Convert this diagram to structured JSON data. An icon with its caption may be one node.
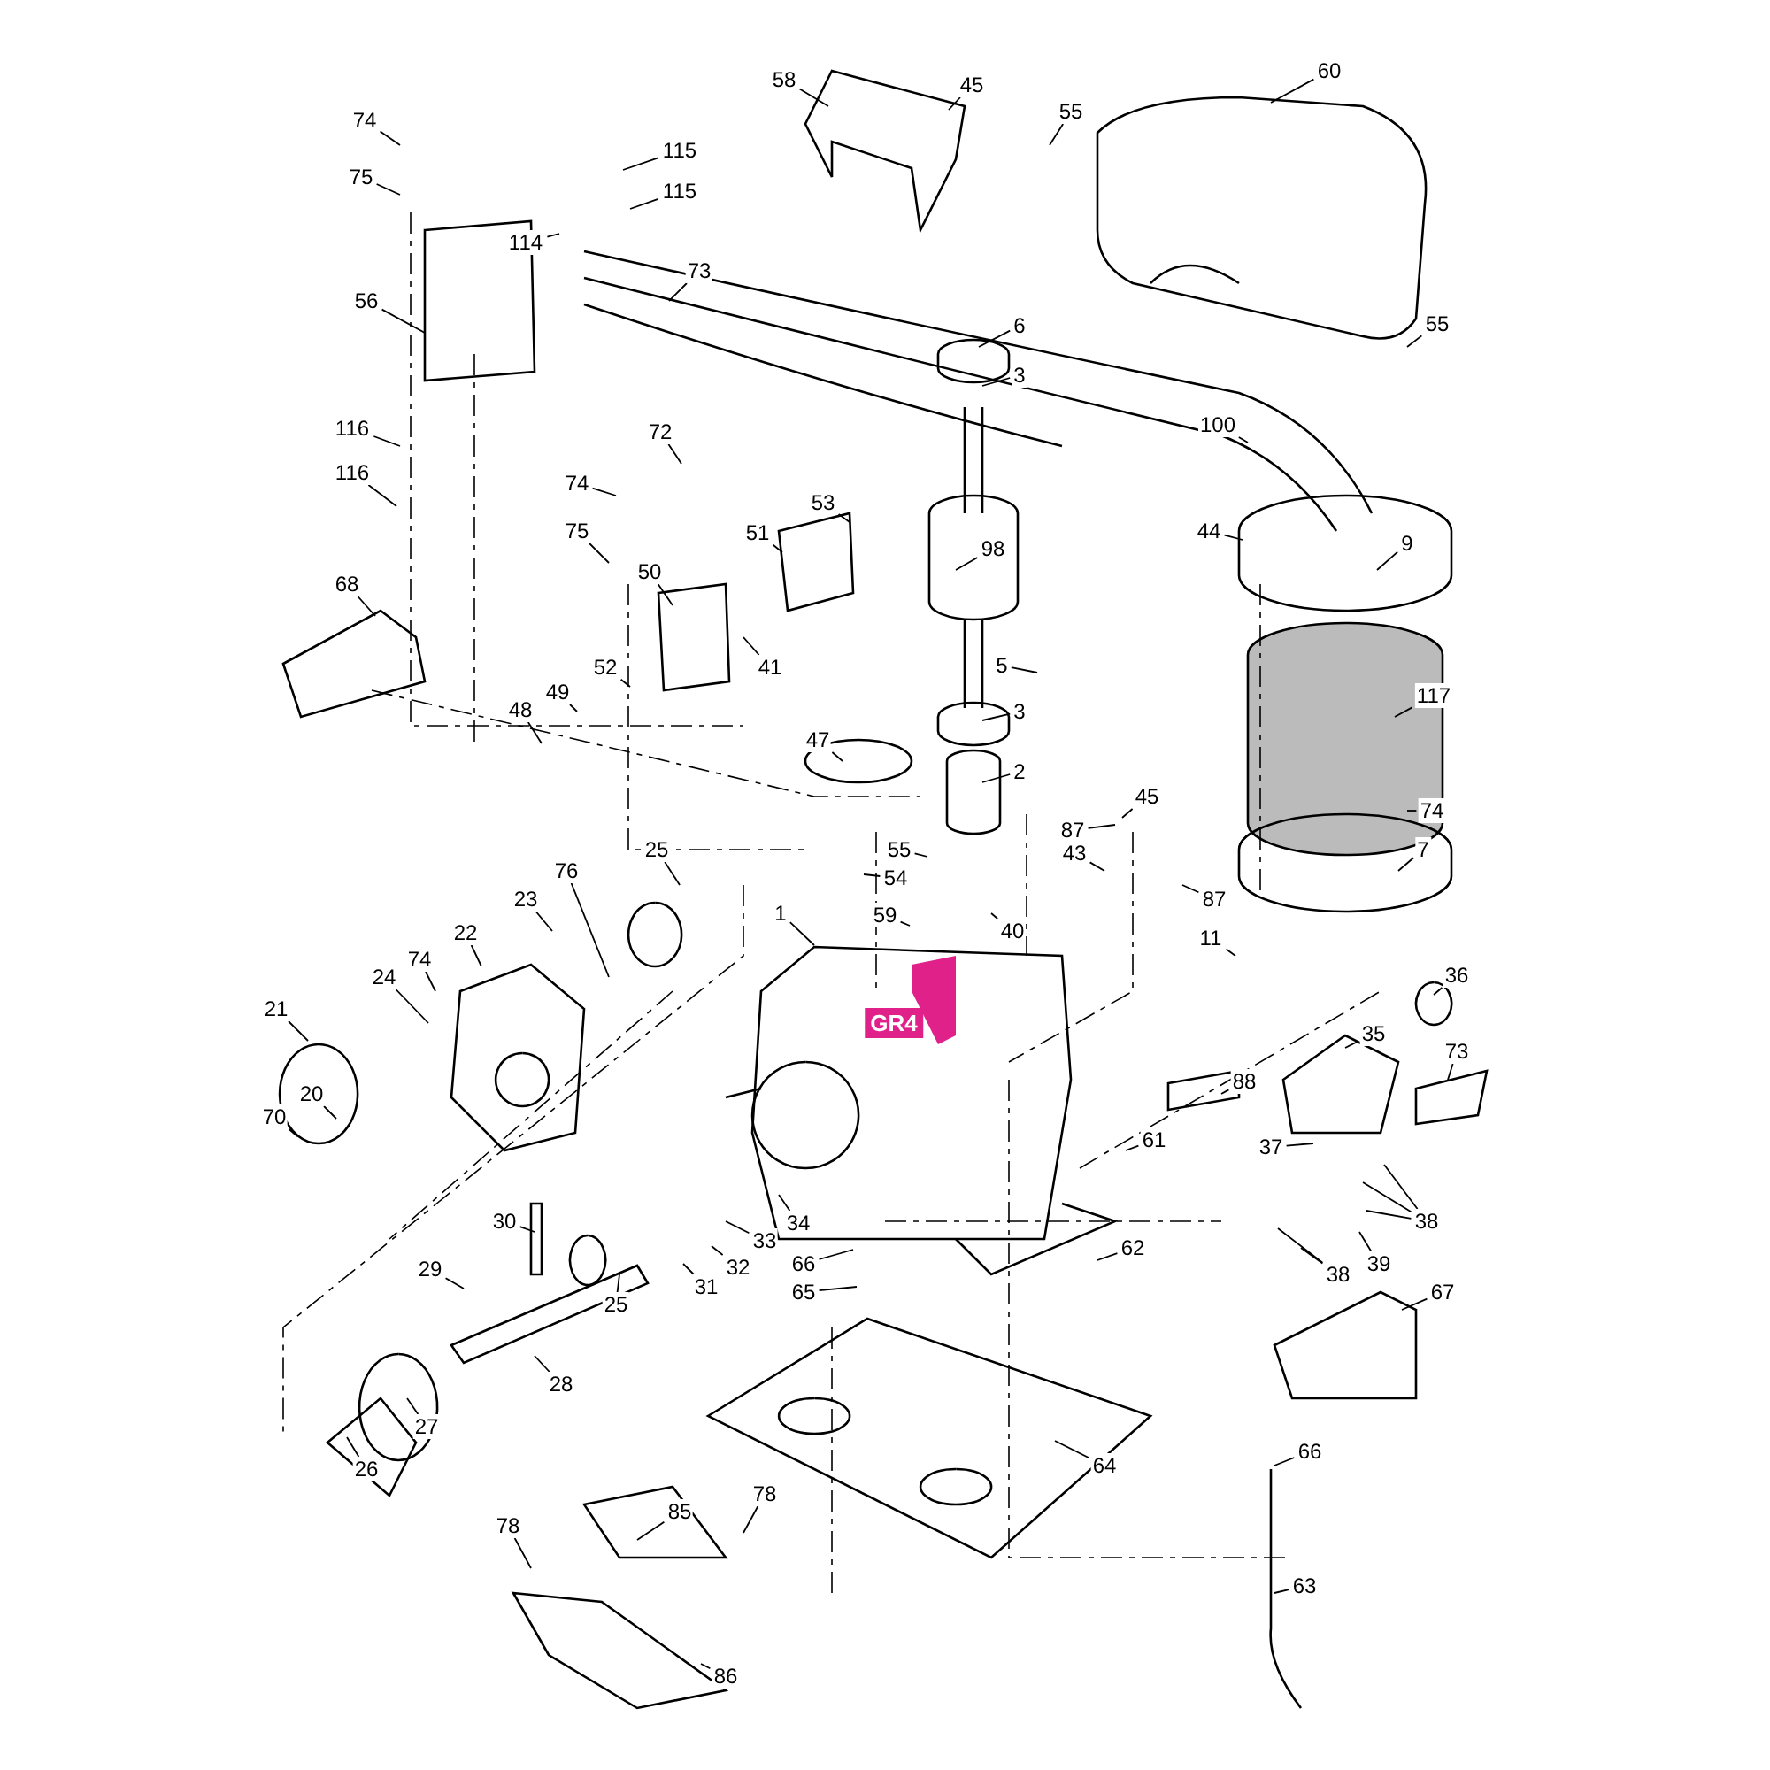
{
  "diagram": {
    "nodes": [
      {
        "text": [
          "74"
        ]
      },
      {
        "text": [
          "75"
        ]
      },
      {
        "text": [
          "56"
        ]
      },
      {
        "text": [
          "114"
        ]
      },
      {
        "text": [
          "115"
        ]
      },
      {
        "text": [
          "115"
        ]
      },
      {
        "text": [
          "73"
        ]
      },
      {
        "text": [
          "58"
        ]
      },
      {
        "text": [
          "45"
        ]
      },
      {
        "text": [
          "60"
        ]
      },
      {
        "text": [
          "55"
        ]
      },
      {
        "text": [
          "6"
        ]
      },
      {
        "text": [
          "3"
        ]
      },
      {
        "text": [
          "55"
        ]
      },
      {
        "text": [
          "100"
        ]
      },
      {
        "text": [
          "116"
        ]
      },
      {
        "text": [
          "116"
        ]
      },
      {
        "text": [
          "72"
        ]
      },
      {
        "text": [
          "74"
        ]
      },
      {
        "text": [
          "75"
        ]
      },
      {
        "text": [
          "53"
        ]
      },
      {
        "text": [
          "51"
        ]
      },
      {
        "text": [
          "98"
        ]
      },
      {
        "text": [
          "44"
        ]
      },
      {
        "text": [
          "9"
        ]
      },
      {
        "text": [
          "50"
        ]
      },
      {
        "text": [
          "68"
        ]
      },
      {
        "text": [
          "52"
        ]
      },
      {
        "text": [
          "41"
        ]
      },
      {
        "text": [
          "49"
        ]
      },
      {
        "text": [
          "5"
        ]
      },
      {
        "text": [
          "117"
        ]
      },
      {
        "text": [
          "48"
        ]
      },
      {
        "text": [
          "3"
        ]
      },
      {
        "text": [
          "47"
        ]
      },
      {
        "text": [
          "2"
        ]
      },
      {
        "text": [
          "45"
        ]
      },
      {
        "text": [
          "74"
        ]
      },
      {
        "text": [
          "87"
        ]
      },
      {
        "text": [
          "43"
        ]
      },
      {
        "text": [
          "7"
        ]
      },
      {
        "text": [
          "55"
        ]
      },
      {
        "text": [
          "54"
        ]
      },
      {
        "text": [
          "25"
        ]
      },
      {
        "text": [
          "76"
        ]
      },
      {
        "text": [
          "87"
        ]
      },
      {
        "text": [
          "23"
        ]
      },
      {
        "text": [
          "59"
        ]
      },
      {
        "text": [
          "1"
        ]
      },
      {
        "text": [
          "40"
        ]
      },
      {
        "text": [
          "11"
        ]
      },
      {
        "text": [
          "22"
        ]
      },
      {
        "text": [
          "74"
        ]
      },
      {
        "text": [
          "36"
        ]
      },
      {
        "text": [
          "24"
        ]
      },
      {
        "text": [
          "21"
        ]
      },
      {
        "text": [
          "35"
        ]
      },
      {
        "text": [
          "73"
        ]
      },
      {
        "text": [
          "88"
        ]
      },
      {
        "text": [
          "20"
        ]
      },
      {
        "text": [
          "70"
        ]
      },
      {
        "text": [
          "61"
        ]
      },
      {
        "text": [
          "37"
        ]
      },
      {
        "text": [
          "30"
        ]
      },
      {
        "text": [
          "34"
        ]
      },
      {
        "text": [
          "38"
        ]
      },
      {
        "text": [
          "33"
        ]
      },
      {
        "text": [
          "62"
        ]
      },
      {
        "text": [
          "39"
        ]
      },
      {
        "text": [
          "66"
        ]
      },
      {
        "text": [
          "32"
        ]
      },
      {
        "text": [
          "29"
        ]
      },
      {
        "text": [
          "38"
        ]
      },
      {
        "text": [
          "31"
        ]
      },
      {
        "text": [
          "65"
        ]
      },
      {
        "text": [
          "25"
        ]
      },
      {
        "text": [
          "67"
        ]
      },
      {
        "text": [
          "28"
        ]
      },
      {
        "text": [
          "27"
        ]
      },
      {
        "text": [
          "26"
        ]
      },
      {
        "text": [
          "64"
        ]
      },
      {
        "text": [
          "66"
        ]
      },
      {
        "text": [
          "78"
        ]
      },
      {
        "text": [
          "85"
        ]
      },
      {
        "text": [
          "78"
        ]
      },
      {
        "text": [
          "63"
        ]
      },
      {
        "text": [
          "86"
        ]
      }
    ],
    "edges": [
      {
        "from": 0,
        "to": null,
        "arrow": "none"
      },
      {
        "from": 1,
        "to": null,
        "arrow": "none"
      },
      {
        "from": 2,
        "to": null,
        "arrow": "none"
      },
      {
        "from": 3,
        "to": null,
        "arrow": "none"
      },
      {
        "from": 4,
        "to": null,
        "arrow": "none"
      },
      {
        "from": 5,
        "to": null,
        "arrow": "none"
      },
      {
        "from": 6,
        "to": null,
        "arrow": "none"
      },
      {
        "from": 7,
        "to": null,
        "arrow": "none"
      },
      {
        "from": 8,
        "to": null,
        "arrow": "none"
      },
      {
        "from": 9,
        "to": null,
        "arrow": "none"
      },
      {
        "from": 10,
        "to": null,
        "arrow": "none"
      },
      {
        "from": 11,
        "to": null,
        "arrow": "none"
      },
      {
        "from": 12,
        "to": null,
        "arrow": "none"
      },
      {
        "from": 13,
        "to": null,
        "arrow": "none"
      },
      {
        "from": 14,
        "to": null,
        "arrow": "none"
      },
      {
        "from": 15,
        "to": null,
        "arrow": "none"
      },
      {
        "from": 16,
        "to": null,
        "arrow": "none"
      },
      {
        "from": 17,
        "to": null,
        "arrow": "none"
      },
      {
        "from": 18,
        "to": null,
        "arrow": "none"
      },
      {
        "from": 19,
        "to": null,
        "arrow": "none"
      },
      {
        "from": 20,
        "to": null,
        "arrow": "none"
      },
      {
        "from": 21,
        "to": null,
        "arrow": "none"
      },
      {
        "from": 22,
        "to": null,
        "arrow": "none"
      },
      {
        "from": 23,
        "to": null,
        "arrow": "none"
      },
      {
        "from": 24,
        "to": null,
        "arrow": "none"
      },
      {
        "from": 25,
        "to": null,
        "arrow": "none"
      },
      {
        "from": 26,
        "to": null,
        "arrow": "none"
      },
      {
        "from": 27,
        "to": null,
        "arrow": "none"
      },
      {
        "from": 28,
        "to": null,
        "arrow": "none"
      },
      {
        "from": 29,
        "to": null,
        "arrow": "none"
      },
      {
        "from": 30,
        "to": null,
        "arrow": "none"
      },
      {
        "from": 31,
        "to": null,
        "arrow": "none"
      },
      {
        "from": 32,
        "to": null,
        "arrow": "none"
      },
      {
        "from": 33,
        "to": null,
        "arrow": "none"
      },
      {
        "from": 34,
        "to": null,
        "arrow": "none"
      },
      {
        "from": 35,
        "to": null,
        "arrow": "none"
      },
      {
        "from": 36,
        "to": null,
        "arrow": "none"
      },
      {
        "from": 37,
        "to": null,
        "arrow": "none"
      },
      {
        "from": 38,
        "to": null,
        "arrow": "none"
      },
      {
        "from": 39,
        "to": null,
        "arrow": "none"
      },
      {
        "from": 40,
        "to": null,
        "arrow": "none"
      },
      {
        "from": 41,
        "to": null,
        "arrow": "none"
      },
      {
        "from": 42,
        "to": null,
        "arrow": "none"
      },
      {
        "from": 43,
        "to": null,
        "arrow": "none"
      },
      {
        "from": 44,
        "to": null,
        "arrow": "none"
      },
      {
        "from": 45,
        "to": null,
        "arrow": "none"
      },
      {
        "from": 46,
        "to": null,
        "arrow": "none"
      },
      {
        "from": 47,
        "to": null,
        "arrow": "none"
      },
      {
        "from": 48,
        "to": null,
        "arrow": "none"
      },
      {
        "from": 49,
        "to": null,
        "arrow": "none"
      },
      {
        "from": 50,
        "to": null,
        "arrow": "none"
      },
      {
        "from": 51,
        "to": null,
        "arrow": "none"
      },
      {
        "from": 52,
        "to": null,
        "arrow": "none"
      },
      {
        "from": 53,
        "to": null,
        "arrow": "none"
      },
      {
        "from": 54,
        "to": null,
        "arrow": "none"
      },
      {
        "from": 55,
        "to": null,
        "arrow": "none"
      },
      {
        "from": 56,
        "to": null,
        "arrow": "none"
      },
      {
        "from": 57,
        "to": null,
        "arrow": "none"
      },
      {
        "from": 58,
        "to": null,
        "arrow": "none"
      },
      {
        "from": 59,
        "to": null,
        "arrow": "none"
      },
      {
        "from": 60,
        "to": null,
        "arrow": "none"
      },
      {
        "from": 61,
        "to": null,
        "arrow": "none"
      },
      {
        "from": 62,
        "to": null,
        "arrow": "none"
      },
      {
        "from": 63,
        "to": null,
        "arrow": "none"
      },
      {
        "from": 64,
        "to": null,
        "arrow": "none"
      },
      {
        "from": 65,
        "to": null,
        "arrow": "none"
      },
      {
        "from": 65,
        "to": null,
        "arrow": "none"
      },
      {
        "from": 65,
        "to": null,
        "arrow": "none"
      },
      {
        "from": 66,
        "to": null,
        "arrow": "none"
      },
      {
        "from": 67,
        "to": null,
        "arrow": "none"
      },
      {
        "from": 68,
        "to": null,
        "arrow": "none"
      },
      {
        "from": 69,
        "to": null,
        "arrow": "none"
      },
      {
        "from": 70,
        "to": null,
        "arrow": "none"
      },
      {
        "from": 71,
        "to": null,
        "arrow": "none"
      },
      {
        "from": 72,
        "to": null,
        "arrow": "none"
      },
      {
        "from": 72,
        "to": null,
        "arrow": "none"
      },
      {
        "from": 73,
        "to": null,
        "arrow": "none"
      },
      {
        "from": 74,
        "to": null,
        "arrow": "none"
      },
      {
        "from": 75,
        "to": null,
        "arrow": "none"
      },
      {
        "from": 76,
        "to": null,
        "arrow": "none"
      },
      {
        "from": 77,
        "to": null,
        "arrow": "none"
      },
      {
        "from": 78,
        "to": null,
        "arrow": "none"
      },
      {
        "from": 79,
        "to": null,
        "arrow": "none"
      },
      {
        "from": 80,
        "to": null,
        "arrow": "none"
      },
      {
        "from": 81,
        "to": null,
        "arrow": "none"
      },
      {
        "from": 82,
        "to": null,
        "arrow": "none"
      },
      {
        "from": 83,
        "to": null,
        "arrow": "none"
      },
      {
        "from": 84,
        "to": null,
        "arrow": "none"
      },
      {
        "from": 85,
        "to": null,
        "arrow": "none"
      },
      {
        "from": 86,
        "to": null,
        "arrow": "none"
      }
    ],
    "labels": [
      "GR4"
    ]
  }
}
